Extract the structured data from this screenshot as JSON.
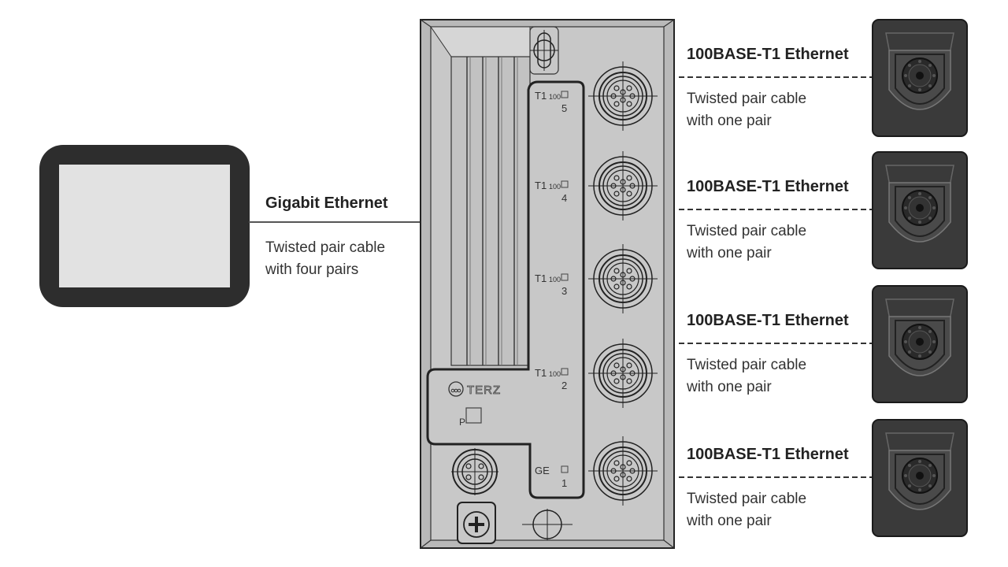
{
  "monitor": {
    "icon": "display-icon",
    "fill": "#2d2d2d",
    "screen": "#e2e2e2"
  },
  "left_link": {
    "title": "Gigabit Ethernet",
    "line1": "Twisted pair cable",
    "line2": "with four pairs"
  },
  "switch": {
    "brand": "TERZ",
    "power_label": "P",
    "ports": [
      {
        "type": "T1",
        "speed": "100",
        "number": "5"
      },
      {
        "type": "T1",
        "speed": "100",
        "number": "4"
      },
      {
        "type": "T1",
        "speed": "100",
        "number": "3"
      },
      {
        "type": "T1",
        "speed": "100",
        "number": "2"
      },
      {
        "type": "GE",
        "speed": "",
        "number": "1"
      }
    ],
    "body_color": "#c8c8c8"
  },
  "right_links": [
    {
      "title": "100BASE-T1 Ethernet",
      "line1": "Twisted pair cable",
      "line2": "with one pair"
    },
    {
      "title": "100BASE-T1 Ethernet",
      "line1": "Twisted pair cable",
      "line2": "with one pair"
    },
    {
      "title": "100BASE-T1 Ethernet",
      "line1": "Twisted pair cable",
      "line2": "with one pair"
    },
    {
      "title": "100BASE-T1 Ethernet",
      "line1": "Twisted pair cable",
      "line2": "with one pair"
    }
  ],
  "cameras": {
    "icon": "camera-icon",
    "fill": "#3a3a3a"
  }
}
